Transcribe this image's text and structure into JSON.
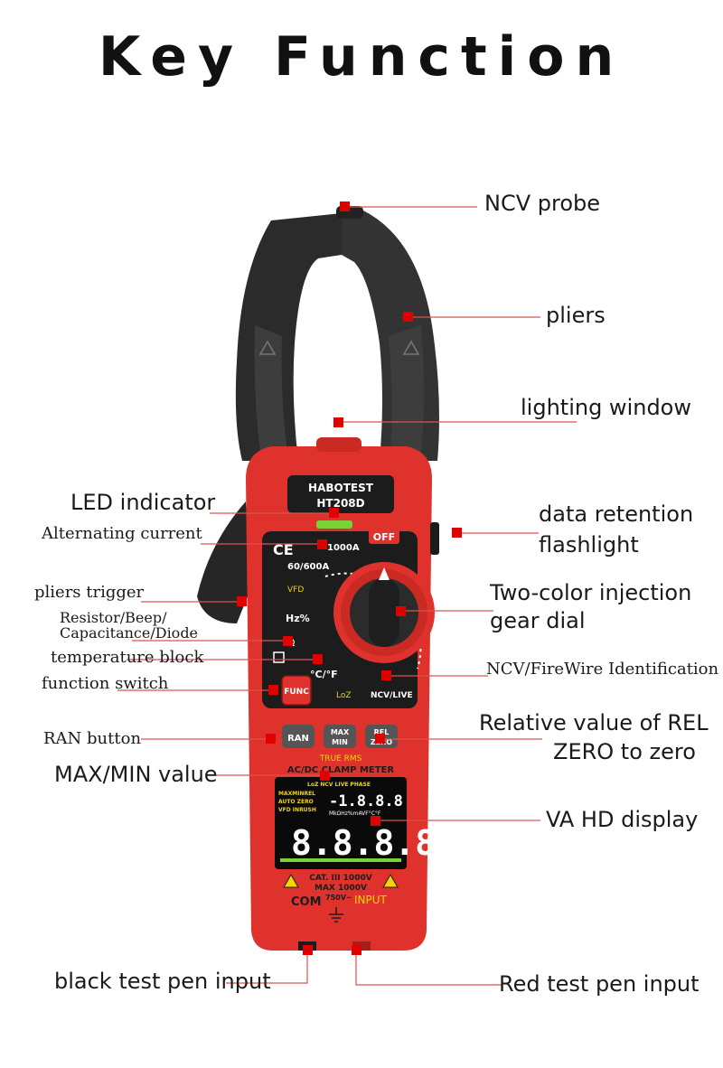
{
  "title": "Key Function",
  "device": {
    "brand": "HABOTEST",
    "model": "HT208D",
    "off_label": "OFF",
    "ce_mark": "CE",
    "range_label": "1000A",
    "range_sub": "60/600A",
    "vfd_label": "VFD",
    "hz_label": "Hz%",
    "temp_label": "°C/°F",
    "loz_label": "LoZ",
    "ncv_live_label": "NCV/LIVE",
    "func_button": "FUNC",
    "ran_button": "RAN",
    "max_button": "MAX",
    "min_button": "MIN",
    "rel_button": "REL",
    "zero_button": "ZERO",
    "true_rms": "TRUE RMS",
    "meter_type": "AC/DC CLAMP METER",
    "lcd_small": "-1.8.8.8",
    "lcd_big": "8.8.8.8",
    "lcd_indicators_1": "MAXMINREL",
    "lcd_indicators_2": "AUTO ZERO",
    "lcd_indicators_3": "VFD INRUSH",
    "lcd_units": "MkΩHz%mAVF°C°F",
    "lcd_top": "LoZ NCV LIVE PHASE",
    "cat_rating": "CAT. III 1000V",
    "max_rating": "MAX 1000V",
    "com_label": "COM",
    "volt_label": "750V~",
    "input_label": "INPUT"
  },
  "labels": {
    "ncv_probe": "NCV probe",
    "pliers": "pliers",
    "lighting_window": "lighting window",
    "led_indicator": "LED indicator",
    "alternating_current": "Alternating current",
    "data_retention_1": "data retention",
    "data_retention_2": "flashlight",
    "pliers_trigger": "pliers trigger",
    "two_color_1": "Two-color injection",
    "two_color_2": "gear dial",
    "resistor_1": "Resistor/Beep/",
    "resistor_2": "Capacitance/Diode",
    "temperature_block": "temperature block",
    "ncv_firewire": "NCV/FireWire Identification",
    "function_switch": "function switch",
    "ran_button": "RAN button",
    "relative_1": "Relative value of REL",
    "relative_2": "ZERO to zero",
    "max_min_value": "MAX/MIN value",
    "va_hd_display": "VA HD display",
    "black_pen": "black test pen input",
    "red_pen": "Red test pen input"
  },
  "colors": {
    "body_red": "#e0322c",
    "dark_red": "#a61e1a",
    "jaw_black": "#2b2b2b",
    "panel_black": "#1c1c1c",
    "marker_red": "#e00000",
    "leader_red": "#d9534f",
    "lcd_yellow": "#f2d400",
    "lcd_green": "#7bd13a"
  },
  "icons": [
    "warning-triangle-icon",
    "power-icon",
    "ground-icon"
  ]
}
